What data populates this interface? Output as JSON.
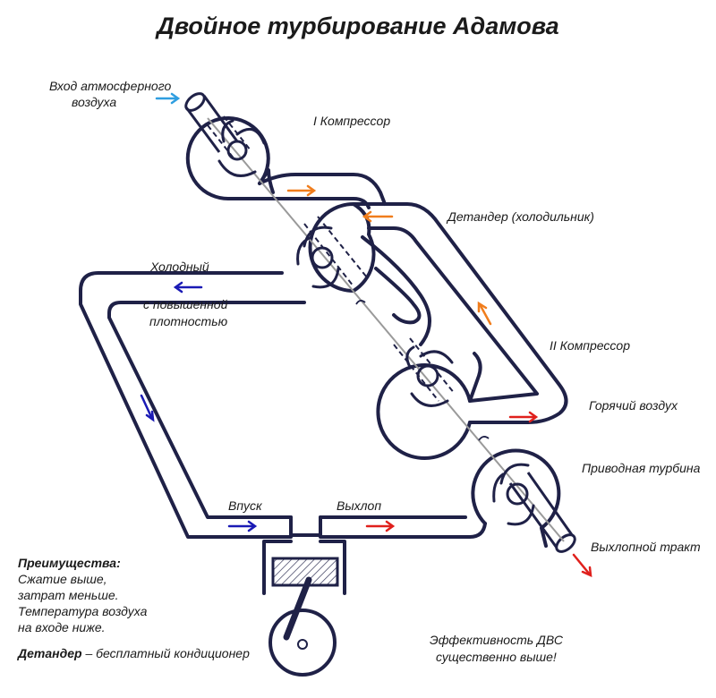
{
  "title": "Двойное турбирование Адамова",
  "labels": {
    "air_in_line1": "Вход атмосферного",
    "air_in_line2": "воздуха",
    "compressor1": "I Компрессор",
    "expander": "Детандер (холодильник)",
    "cold_line1": "Холодный",
    "cold_line2": "с повышенной",
    "cold_line3": "плотностью",
    "compressor2": "II Компрессор",
    "hot_air": "Горячий воздух",
    "drive_turbine": "Приводная турбина",
    "intake": "Впуск",
    "exhaust": "Выхлоп",
    "exhaust_tract": "Выхлопной тракт"
  },
  "advantages": {
    "heading": "Преимущества:",
    "line1": "Сжатие выше,",
    "line2": "затрат меньше.",
    "line3": "Температура воздуха",
    "line4": "на входе ниже.",
    "expander_term": "Детандер",
    "expander_note": " – бесплатный кондиционер"
  },
  "efficiency": {
    "line1": "Эффективность ДВС",
    "line2": "существенно выше!"
  },
  "colors": {
    "outline": "#1f2147",
    "shaft": "#9a9a9a",
    "air_in": "#2f9ee0",
    "warm": "#f07d1c",
    "cold": "#1a1ab5",
    "hot": "#e0201c"
  }
}
